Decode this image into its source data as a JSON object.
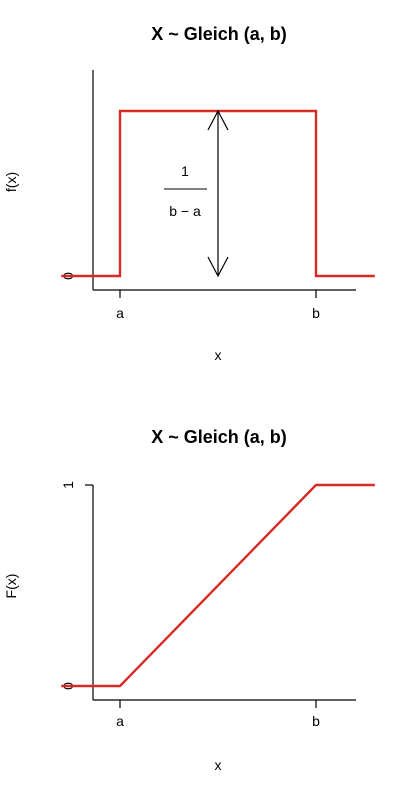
{
  "chart_data": [
    {
      "type": "line",
      "title": "X ~ Gleich (a, b)",
      "xlabel": "x",
      "ylabel": "f(x)",
      "x_tick_labels": [
        "a",
        "b"
      ],
      "y_tick_labels": [
        "0"
      ],
      "annotation": {
        "numerator": "1",
        "denominator": "b − a"
      },
      "series": [
        {
          "x": [
            -0.3,
            0,
            0,
            1,
            1,
            1.3
          ],
          "y": [
            0,
            0,
            1,
            1,
            0,
            0
          ]
        }
      ],
      "xlim": [
        -0.3,
        1.3
      ],
      "ylim": [
        0,
        1
      ],
      "grid": false,
      "line_color": "#d62b24"
    },
    {
      "type": "line",
      "title": "X ~ Gleich (a, b)",
      "xlabel": "x",
      "ylabel": "F(x)",
      "x_tick_labels": [
        "a",
        "b"
      ],
      "y_tick_labels": [
        "0",
        "1"
      ],
      "series": [
        {
          "x": [
            -0.3,
            0,
            1,
            1.3
          ],
          "y": [
            0,
            0,
            1,
            1
          ]
        }
      ],
      "xlim": [
        -0.3,
        1.3
      ],
      "ylim": [
        0,
        1
      ],
      "grid": false,
      "line_color": "#d62b24"
    }
  ]
}
